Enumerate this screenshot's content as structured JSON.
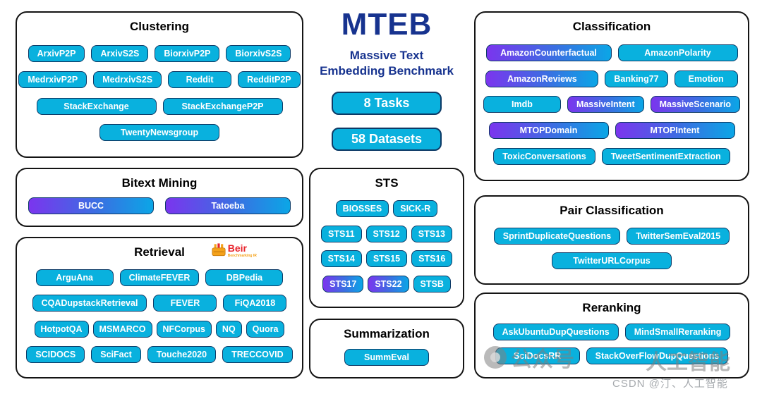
{
  "header": {
    "title": "MTEB",
    "subtitle_line1": "Massive Text",
    "subtitle_line2": "Embedding Benchmark",
    "tasks_badge": "8 Tasks",
    "datasets_badge": "58 Datasets"
  },
  "clustering": {
    "title": "Clustering",
    "chips": [
      "ArxivP2P",
      "ArxivS2S",
      "BiorxivP2P",
      "BiorxivS2S",
      "MedrxivP2P",
      "MedrxivS2S",
      "Reddit",
      "RedditP2P",
      "StackExchange",
      "StackExchangeP2P",
      "TwentyNewsgroup"
    ]
  },
  "bitext": {
    "title": "Bitext Mining",
    "chips": [
      "BUCC",
      "Tatoeba"
    ]
  },
  "retrieval": {
    "title": "Retrieval",
    "logo_text": "Beir",
    "logo_tagline": "Benchmarking IR",
    "chips": [
      "ArguAna",
      "ClimateFEVER",
      "DBPedia",
      "CQADupstackRetrieval",
      "FEVER",
      "FiQA2018",
      "HotpotQA",
      "MSMARCO",
      "NFCorpus",
      "NQ",
      "Quora",
      "SCIDOCS",
      "SciFact",
      "Touche2020",
      "TRECCOVID"
    ]
  },
  "sts": {
    "title": "STS",
    "chips": [
      "BIOSSES",
      "SICK-R",
      "STS11",
      "STS12",
      "STS13",
      "STS14",
      "STS15",
      "STS16",
      "STS17",
      "STS22",
      "STSB"
    ]
  },
  "summarization": {
    "title": "Summarization",
    "chips": [
      "SummEval"
    ]
  },
  "classification": {
    "title": "Classification",
    "chips": [
      "AmazonCounterfactual",
      "AmazonPolarity",
      "AmazonReviews",
      "Banking77",
      "Emotion",
      "Imdb",
      "MassiveIntent",
      "MassiveScenario",
      "MTOPDomain",
      "MTOPIntent",
      "ToxicConversations",
      "TweetSentimentExtraction"
    ]
  },
  "pair_classification": {
    "title": "Pair Classification",
    "chips": [
      "SprintDuplicateQuestions",
      "TwitterSemEval2015",
      "TwitterURLCorpus"
    ]
  },
  "reranking": {
    "title": "Reranking",
    "chips": [
      "AskUbuntuDupQuestions",
      "MindSmallReranking",
      "SciDocsRR",
      "StackOverFlowDupQuestions"
    ]
  },
  "gradient_chips": [
    "BUCC",
    "Tatoeba",
    "STS17",
    "STS22",
    "AmazonCounterfactual",
    "AmazonReviews",
    "MassiveIntent",
    "MassiveScenario",
    "MTOPDomain",
    "MTOPIntent"
  ],
  "colors": {
    "chip": "#09b1de",
    "chip_border": "#0d3a66",
    "chip_gradient_left": "#7b35ee",
    "chip_gradient_right": "#0ba6e6",
    "title_blue": "#17338f",
    "box_border": "#141414",
    "beir_red": "#e8222a",
    "beir_orange": "#f5a21a"
  },
  "watermark": {
    "text1": "公众号",
    "text2": "人工智能",
    "text3": "CSDN @汀、人工智能"
  }
}
